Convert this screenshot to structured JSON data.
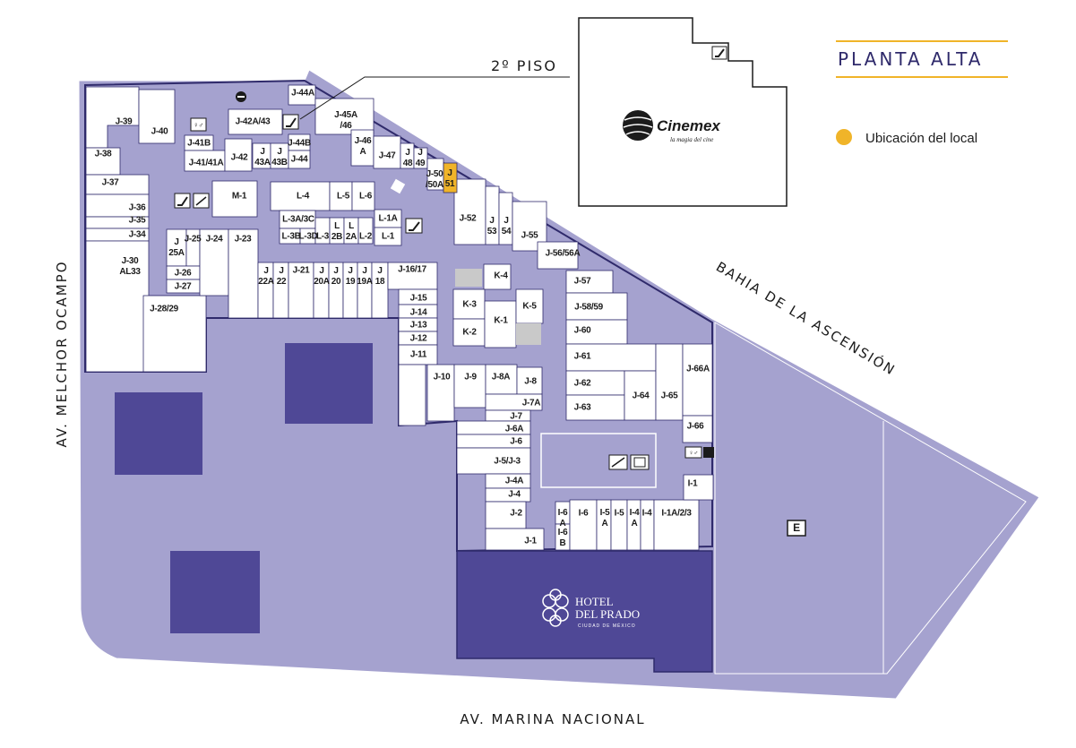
{
  "title": "PLANTA ALTA",
  "floor_label": "2º PISO",
  "legend": {
    "location_label": "Ubicación del local",
    "location_color": "#f0b429"
  },
  "colors": {
    "walkway": "#a5a2cf",
    "block": "#4f4896",
    "outline": "#2f2a6b",
    "highlight": "#f0b429",
    "gray": "#c9c9c9"
  },
  "streets": {
    "west": "AV. MELCHOR OCAMPO",
    "south": "AV. MARINA NACIONAL",
    "northeast": "BAHIA DE LA ASCENSIÓN"
  },
  "cinema": {
    "name": "Cinemex",
    "tagline": "la magia del cine"
  },
  "hotel": {
    "line1": "HOTEL",
    "line2": "DEL PRADO",
    "line3": "CIUDAD DE MÉXICO"
  },
  "entrance_marker": "E",
  "stores": [
    {
      "code": "J-39"
    },
    {
      "code": "J-40"
    },
    {
      "code": "J-41B"
    },
    {
      "code": "J-41/41A"
    },
    {
      "code": "J-42"
    },
    {
      "code": "J-42A/43"
    },
    {
      "code": "J-44A"
    },
    {
      "code": "J-43A"
    },
    {
      "code": "J-43B"
    },
    {
      "code": "J-44B"
    },
    {
      "code": "J-44"
    },
    {
      "code": "J-45A/46"
    },
    {
      "code": "J-46A"
    },
    {
      "code": "J-47"
    },
    {
      "code": "J-48"
    },
    {
      "code": "J-49"
    },
    {
      "code": "J-50/50A"
    },
    {
      "code": "J-51"
    },
    {
      "code": "J-52"
    },
    {
      "code": "J-53"
    },
    {
      "code": "J-54"
    },
    {
      "code": "J-55"
    },
    {
      "code": "J-56/56A"
    },
    {
      "code": "J-57"
    },
    {
      "code": "J-58/59"
    },
    {
      "code": "J-60"
    },
    {
      "code": "J-61"
    },
    {
      "code": "J-62"
    },
    {
      "code": "J-63"
    },
    {
      "code": "J-64"
    },
    {
      "code": "J-65"
    },
    {
      "code": "J-66A"
    },
    {
      "code": "J-66"
    },
    {
      "code": "J-38"
    },
    {
      "code": "J-37"
    },
    {
      "code": "J-36"
    },
    {
      "code": "J-35"
    },
    {
      "code": "J-34"
    },
    {
      "code": "J-30 AL33"
    },
    {
      "code": "J-28/29"
    },
    {
      "code": "J-25A"
    },
    {
      "code": "J-25"
    },
    {
      "code": "J-24"
    },
    {
      "code": "J-23"
    },
    {
      "code": "J-26"
    },
    {
      "code": "J-27"
    },
    {
      "code": "M-1"
    },
    {
      "code": "L-4"
    },
    {
      "code": "L-5"
    },
    {
      "code": "L-6"
    },
    {
      "code": "L-1A"
    },
    {
      "code": "L-1"
    },
    {
      "code": "L-3A/3C"
    },
    {
      "code": "L-3B"
    },
    {
      "code": "L-3D"
    },
    {
      "code": "L-3"
    },
    {
      "code": "L-2B"
    },
    {
      "code": "L-2A"
    },
    {
      "code": "L-2"
    },
    {
      "code": "J-22A"
    },
    {
      "code": "J-22"
    },
    {
      "code": "J-21"
    },
    {
      "code": "J-20A"
    },
    {
      "code": "J-20"
    },
    {
      "code": "J-19"
    },
    {
      "code": "J-19A"
    },
    {
      "code": "J-18"
    },
    {
      "code": "J-16/17"
    },
    {
      "code": "J-15"
    },
    {
      "code": "J-14"
    },
    {
      "code": "J-13"
    },
    {
      "code": "J-12"
    },
    {
      "code": "J-11"
    },
    {
      "code": "K-4"
    },
    {
      "code": "K-3"
    },
    {
      "code": "K-2"
    },
    {
      "code": "K-1"
    },
    {
      "code": "K-5"
    },
    {
      "code": "J-10"
    },
    {
      "code": "J-9"
    },
    {
      "code": "J-8A"
    },
    {
      "code": "J-8"
    },
    {
      "code": "J-7A"
    },
    {
      "code": "J-7"
    },
    {
      "code": "J-6A"
    },
    {
      "code": "J-6"
    },
    {
      "code": "J-5/J-3"
    },
    {
      "code": "J-4A"
    },
    {
      "code": "J-4"
    },
    {
      "code": "J-2"
    },
    {
      "code": "J-1"
    },
    {
      "code": "I-6A"
    },
    {
      "code": "I-6B"
    },
    {
      "code": "I-6"
    },
    {
      "code": "I-5A"
    },
    {
      "code": "I-5"
    },
    {
      "code": "I-4A"
    },
    {
      "code": "I-4"
    },
    {
      "code": "I-1A/2/3"
    },
    {
      "code": "I-1"
    }
  ]
}
